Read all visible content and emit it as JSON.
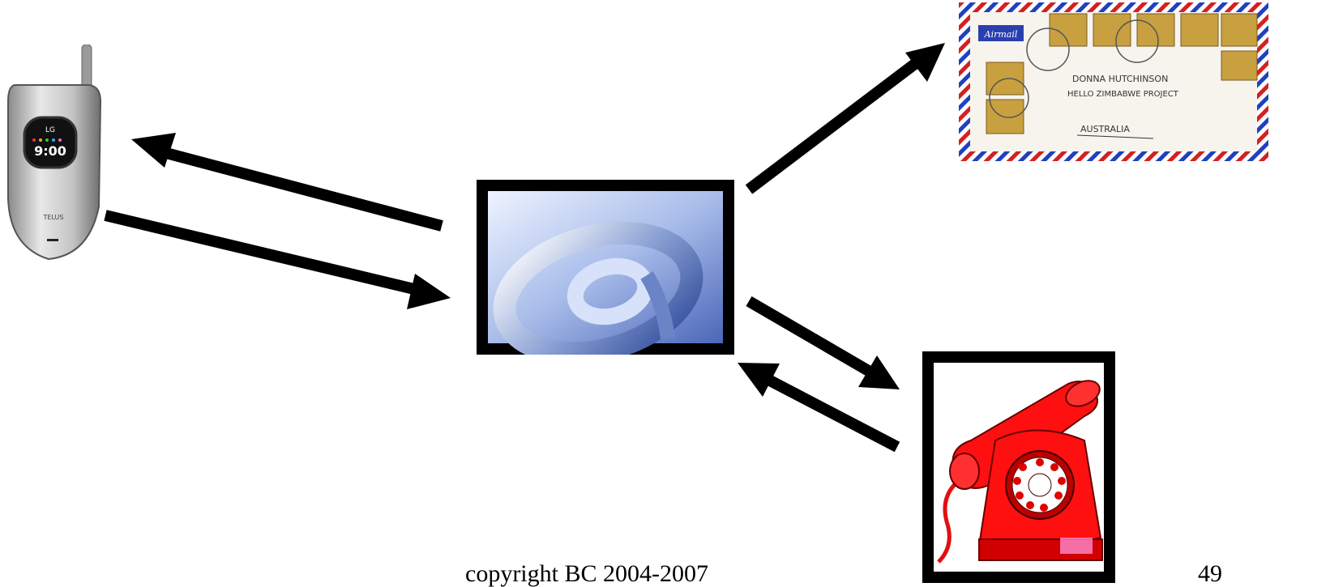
{
  "diagram": {
    "nodes": [
      {
        "id": "phone",
        "icon": "cellphone-icon",
        "screen_brand": "LG",
        "screen_time": "9:00",
        "body_brand": "TELUS"
      },
      {
        "id": "email",
        "icon": "at-sign-icon"
      },
      {
        "id": "letter",
        "icon": "airmail-envelope-icon",
        "airmail_label": "Airmail",
        "address_lines": [
          "DONNA HUTCHINSON",
          "HELLO ZIMBABWE PROJECT",
          "AUSTRALIA"
        ]
      },
      {
        "id": "telephone",
        "icon": "rotary-telephone-icon"
      }
    ],
    "edges": [
      {
        "from": "email",
        "to": "phone"
      },
      {
        "from": "phone",
        "to": "email"
      },
      {
        "from": "email",
        "to": "letter"
      },
      {
        "from": "email",
        "to": "telephone"
      },
      {
        "from": "telephone",
        "to": "email"
      }
    ]
  },
  "footer": {
    "copyright": "copyright BC 2004-2007",
    "page_number": "49"
  },
  "colors": {
    "arrow": "#000000",
    "telephone_red": "#ff1010",
    "airmail_red": "#d42020",
    "airmail_blue": "#2040c0"
  }
}
